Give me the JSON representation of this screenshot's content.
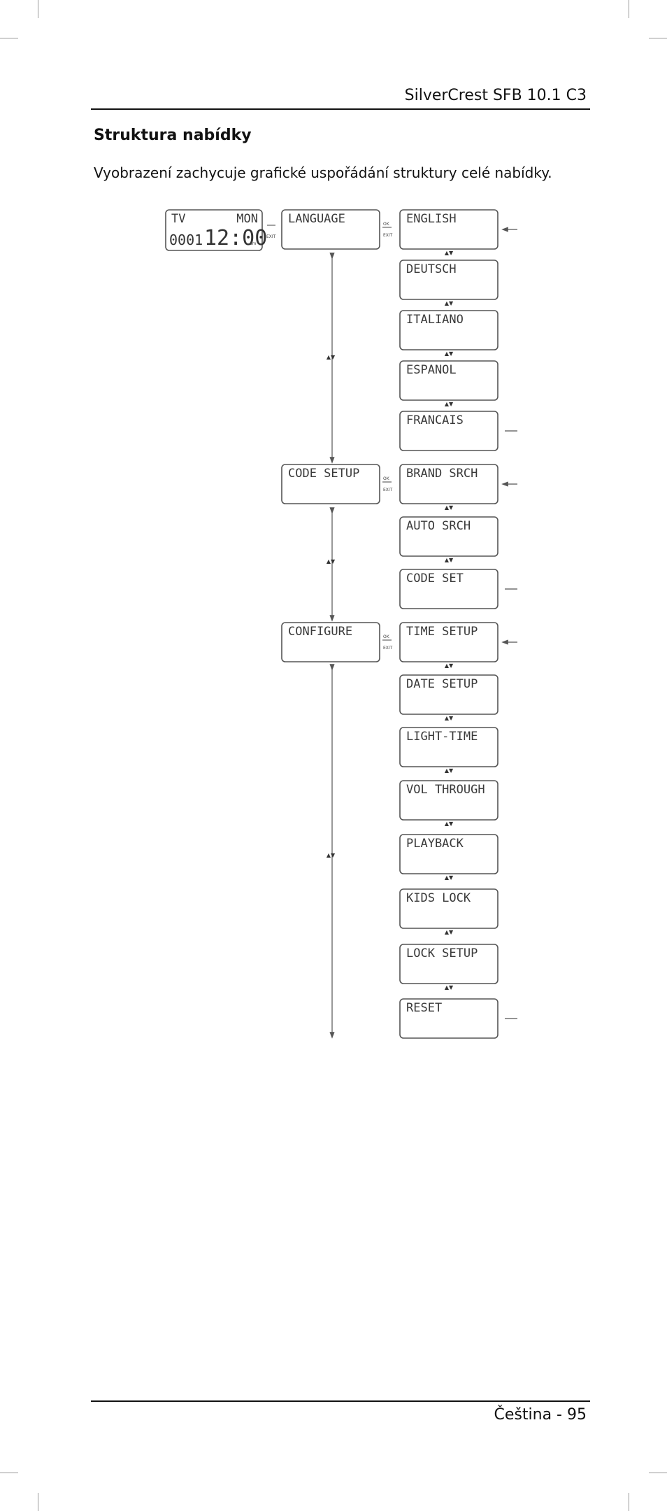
{
  "header": {
    "title": "SilverCrest SFB 10.1 C3"
  },
  "section": {
    "heading": "Struktura nabídky",
    "intro": "Vyobrazení zachycuje grafické uspořádání struktury celé nabídky."
  },
  "diagram": {
    "start_screen": {
      "mode": "TV",
      "day": "MON",
      "channel": "0001",
      "time": "12:00",
      "period": "am"
    },
    "nav_labels": {
      "ok": "OK",
      "exit": "EXIT",
      "updown": "▲▼"
    },
    "main_menu": [
      "LANGUAGE",
      "CODE SETUP",
      "CONFIGURE"
    ],
    "language_items": [
      "ENGLISH",
      "DEUTSCH",
      "ITALIANO",
      "ESPANOL",
      "FRANCAIS"
    ],
    "code_setup_items": [
      "BRAND SRCH",
      "AUTO SRCH",
      "CODE SET"
    ],
    "configure_items": [
      "TIME SETUP",
      "DATE SETUP",
      "LIGHT-TIME",
      "VOL THROUGH",
      "PLAYBACK",
      "KIDS LOCK",
      "LOCK SETUP",
      "RESET"
    ]
  },
  "footer": {
    "page_label": "Čeština - 95"
  }
}
